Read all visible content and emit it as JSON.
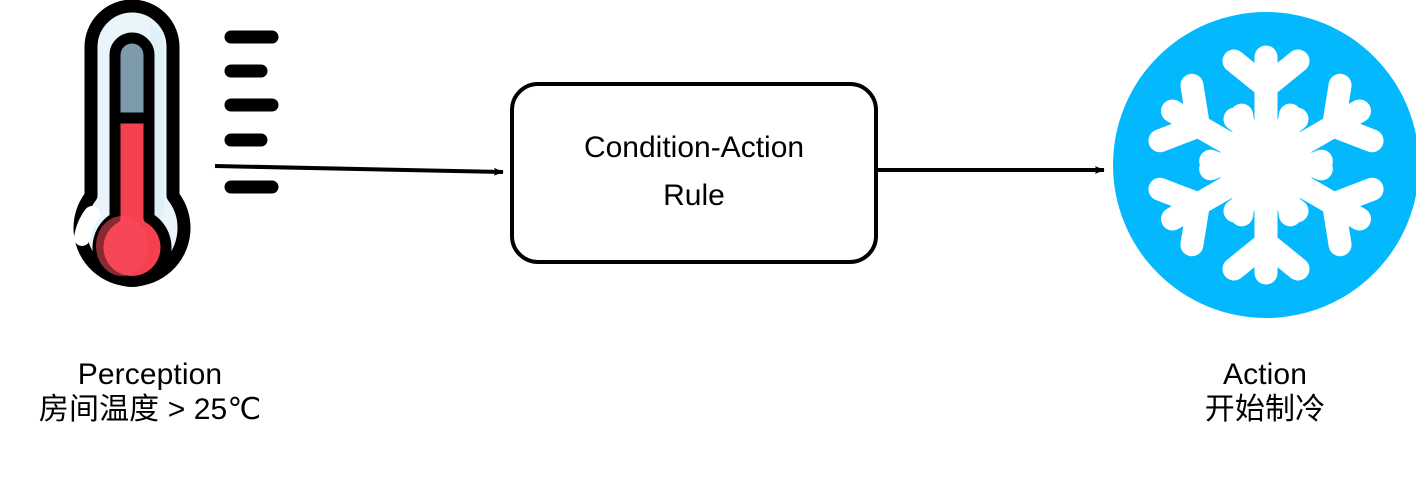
{
  "diagram": {
    "title": "Condition-Action Rule agent diagram",
    "background_color": "#ffffff",
    "nodes": {
      "perception": {
        "icon": "thermometer-icon",
        "label_en": "Perception",
        "label_zh": "房间温度 > 25℃",
        "colors": {
          "outline": "#000000",
          "glass": "#eaf5fb",
          "glass_shade": "#d9edf7",
          "mercury": "#f4404f",
          "mercury_shade": "#e63946",
          "reservoir_top": "#7d9bab"
        },
        "tick_count": 5
      },
      "rule": {
        "label_line_1": "Condition-Action",
        "label_line_2": "Rule",
        "shape": "rounded-rectangle",
        "border_color": "#000000",
        "fill_color": "#ffffff"
      },
      "action": {
        "icon": "snowflake-icon",
        "label_en": "Action",
        "label_zh": "开始制冷",
        "colors": {
          "circle": "#03b8fc",
          "snowflake": "#ffffff"
        }
      }
    },
    "connectors": [
      {
        "name": "perception-to-rule",
        "from": "perception",
        "to": "rule",
        "style": "solid-arrow",
        "color": "#000000"
      },
      {
        "name": "rule-to-action",
        "from": "rule",
        "to": "action",
        "style": "solid-arrow",
        "color": "#000000"
      }
    ]
  }
}
